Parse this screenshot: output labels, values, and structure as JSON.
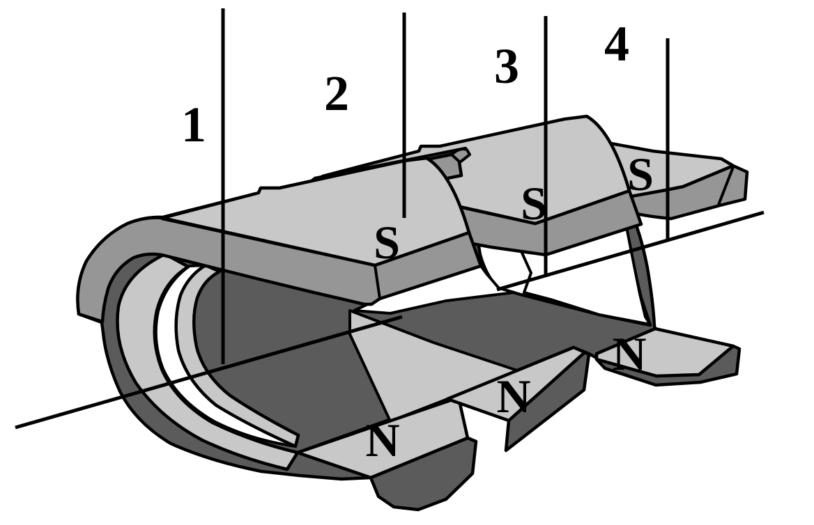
{
  "diagram": {
    "kind": "horseshoe-magnet-cut-into-pieces",
    "cut_lines": [
      {
        "label": "1"
      },
      {
        "label": "2"
      },
      {
        "label": "3"
      },
      {
        "label": "4"
      }
    ],
    "pole_labels": {
      "south": [
        "S",
        "S",
        "S"
      ],
      "north": [
        "N",
        "N",
        "N"
      ]
    },
    "colors": {
      "background": "#ffffff",
      "outline": "#000000",
      "top_face_light": "#c8c8c8",
      "side_face_medium": "#969696",
      "arm_dark": "#5b5b5b"
    }
  }
}
